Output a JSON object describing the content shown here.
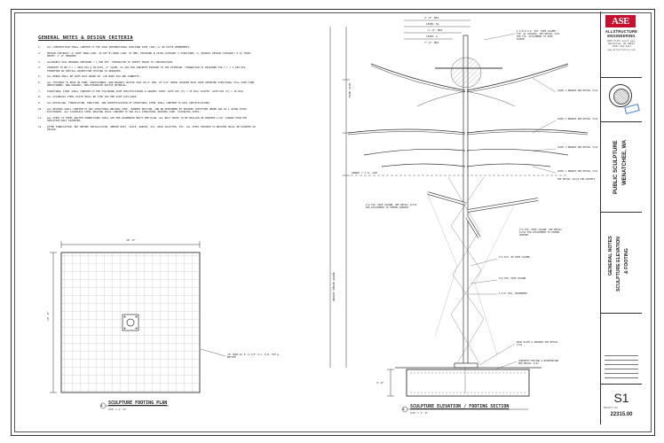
{
  "notes": {
    "title": "GENERAL NOTES & DESIGN CRITERIA",
    "items": [
      {
        "num": "1.",
        "text": "ALL CONSTRUCTION SHALL CONFORM TO THE 2018 INTERNATIONAL BUILDING CODE (IBC) w/ WA STATE AMENDMENTS."
      },
      {
        "num": "2.",
        "text": "DESIGN CRITERIA: A) ROOF SNOW LOAD: 40 PSF   B) WIND LOAD: 97 MPH, EXPOSURE B (RISK CATEGORY I STRUCTURE)   C) SEISMIC DESIGN CATEGORY: D   D) FROST DEPTH: 1'-6\" MINIMUM"
      },
      {
        "num": "3.",
        "text": "ALLOWABLE SOIL BEARING PRESSURE = 1,500 PSF. CONTRACTOR TO VERIFY PRIOR TO CONSTRUCTION."
      },
      {
        "num": "4.",
        "text": "CONCRETE TO BE f'c = 3000 PSI @ 28 DAYS, 4\" SLUMP, 5% AIR FOR CONCRETE EXPOSED TO THE EXTERIOR. FOUNDATION IS DESIGNED FOR f'c = 2,500 PSI, THEREFORE NO SPECIAL INSPECTION TESTING IS REQUIRED."
      },
      {
        "num": "5.",
        "text": "ALL REBAR SHALL BE ASTM A615 GRADE 60. LAP BARS 48d AND CONNECTS."
      },
      {
        "num": "6.",
        "text": "ALL FOOTINGS TO BEAR ON FIRM, UNDISTURBED, NON-ORGANIC NATIVE SOIL OR 6\" MIN. OF 5/8\" MINUS CRUSHED ROCK OVER APPROVED STRUCTURAL FILL OVER FIRM, UNDISTURBED, NON-ORGANIC, NON-EXPANSIVE NATIVE MATERIAL."
      },
      {
        "num": "7.",
        "text": "STRUCTURAL STEEL SHALL CONFORM TO THE FOLLOWING ASTM SPECIFICATIONS & GRADES: PIPE: ASTM A53 (Fy = 35 KSI)   PLATES: ASTM A36 (Fy = 36 KSI)"
      },
      {
        "num": "8.",
        "text": "ALL STAINLESS STEEL PLATE SHALL BE TYPE 304 PER ASTM A167/A666."
      },
      {
        "num": "9.",
        "text": "ALL DETAILING, FABRICATION, ERECTION, AND IDENTIFICATION OF STRUCTURAL STEEL SHALL CONFORM TO AISC SPECIFICATIONS."
      },
      {
        "num": "10.",
        "text": "ALL WELDING SHALL CONFORM TO AWS STRUCTURAL WELDING CODE, CURRENT EDITION, AND BE PERFORMED BY WELDERS CERTIFIED UNDER AWS D1.1 USING E70XX ELECTRODES. ALL STAINLESS STEEL WELDING SHALL CONFORM TO AWS D1.6 STRUCTURAL WELDING CODE- STAINLESS STEEL."
      },
      {
        "num": "11.",
        "text": "ALL STEEL TO STEEL BOLTED CONNECTIONS SHALL USE PRE-ASSEMBLED BOLTS PER PLAN. ALL BOLT HOLES TO BE DRILLED OR PUNCHED 1/16\" LARGER THAN THE SPECIFIED BOLT DIAMETER."
      },
      {
        "num": "12.",
        "text": "AFTER FABRICATION, BUT BEFORE INSTALLATION, REMOVE RUST, SCALE, GREASE, OIL, WELD SPLATTER, ETC. ALL STEEL EXPOSED TO WEATHER SHALL BE PAINTED OR SEALED."
      }
    ]
  },
  "plan": {
    "title": "SCULPTURE FOOTING PLAN",
    "detail_no": "1",
    "scale": "3/8\" = 1'-0\"",
    "dim_top": "10'-0\"",
    "dim_left": "10'-0\"",
    "callout": "(8) BARS W/ 6'-6 1/2\" O.C. E.W. TOP & BOTTOM"
  },
  "elevation": {
    "title": "SCULPTURE ELEVATION / FOOTING SECTION",
    "detail_no": "2",
    "scale": "3/8\" = 1'-0\"",
    "dim_top": "3'-0\" MAX",
    "dim_top2": "LEVEL 5A",
    "dim_top3": "1'-6\" MAX",
    "dim_top4": "LEVEL 4",
    "dim_top5": "7'-6\" MAX",
    "dim_left_a": "PIPE SIZE",
    "dim_left_b": "HEIGHT ABOVE GRADE",
    "grade_label": "GRADE = T.O. CAP",
    "bottom_dim": "3'-0\"",
    "labels": [
      "1-1/2\"ø O.D. STD. PIPE COLUMN TYP. AT LEAVING. SEE DETAIL 4/S2 FOR TYP. ATTACHMENT TO PIPE SLEEVE",
      "LEVEL 4 BRANCH SEE DETAIL 3/S2",
      "LEVEL 3 BRANCH SEE DETAIL 3/S2",
      "LEVEL 2 BRANCH SEE DETAIL 3/S2",
      "LEVEL 1 BRANCH SEE DETAIL 3/S2",
      "SEE DETAIL 10/S2 FOR GUSSETS",
      "2\"ø STD. PIPE COLUMN, SEE DETAIL 12/S2 FOR ATTACHMENT TO CENTER SUPPORT",
      "2\"ø STD. PIPE COLUMN, SEE DETAIL 12/S2 FOR ATTACHMENT TO CENTER SUPPORT",
      "4\"ø SCH. 80 PIPE COLUMN",
      "6\"ø STD. PIPE COLUMN",
      "1-1/2\" DIA. SUSPENDER",
      "BASE PLATE & ANCHORS SEE DETAIL 1/S2",
      "CONCRETE FOOTING & REINFORCING PER DETAIL 1/S1"
    ]
  },
  "title_block": {
    "logo": "ASE",
    "firm_line1": "ALLSTRUCTURE",
    "firm_line2": "ENGINEERING",
    "address": "1803 Fifth Court Ave. Wenatchee, WA 98801 (509) 423-4311 www.allstructure.com",
    "project_line1": "PUBLIC SCULPTURE",
    "project_line2": "WENATCHEE, WA",
    "sheet_title_1": "GENERAL NOTES",
    "sheet_title_2": "SCULPTURE ELEVATION",
    "sheet_title_3": "& FOOTING",
    "sheet_no": "S1",
    "project_no_label": "PROJECT NO.",
    "project_no": "22315.00"
  },
  "colors": {
    "logo_red": "#c8102e",
    "line": "#333333"
  }
}
